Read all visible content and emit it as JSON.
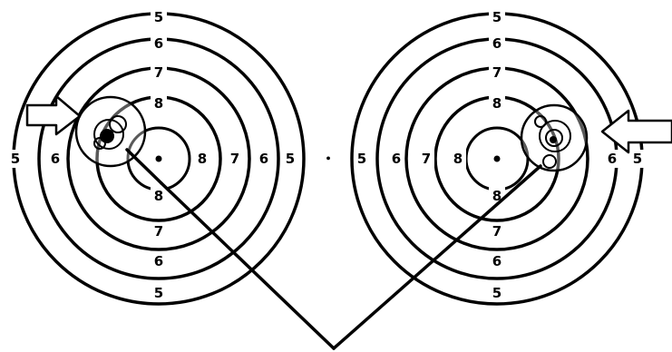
{
  "targets": [
    {
      "ring_numbers": {
        "top_outer": "5",
        "top_mid": "6",
        "top_inner": "7",
        "top_center": "8",
        "bottom_center": "8",
        "bottom_inner": "7",
        "bottom_mid": "6",
        "bottom_outer": "5",
        "left_outer": "5",
        "left_mid": "6",
        "right_center": "8",
        "right_inner": "7",
        "right_mid": "6",
        "right_outer": "5"
      }
    },
    {
      "ring_numbers": {
        "top_outer": "5",
        "top_mid": "6",
        "top_inner": "7",
        "top_center": "8",
        "bottom_center": "8",
        "bottom_inner": "7",
        "bottom_mid": "6",
        "bottom_outer": "5",
        "left_outer": "5",
        "left_mid": "6",
        "left_inner": "7",
        "left_center": "8",
        "right_mid": "6",
        "right_outer": "5"
      }
    }
  ],
  "separator_mark": "•",
  "colors": {
    "ink": "#000000",
    "paper": "#ffffff"
  }
}
